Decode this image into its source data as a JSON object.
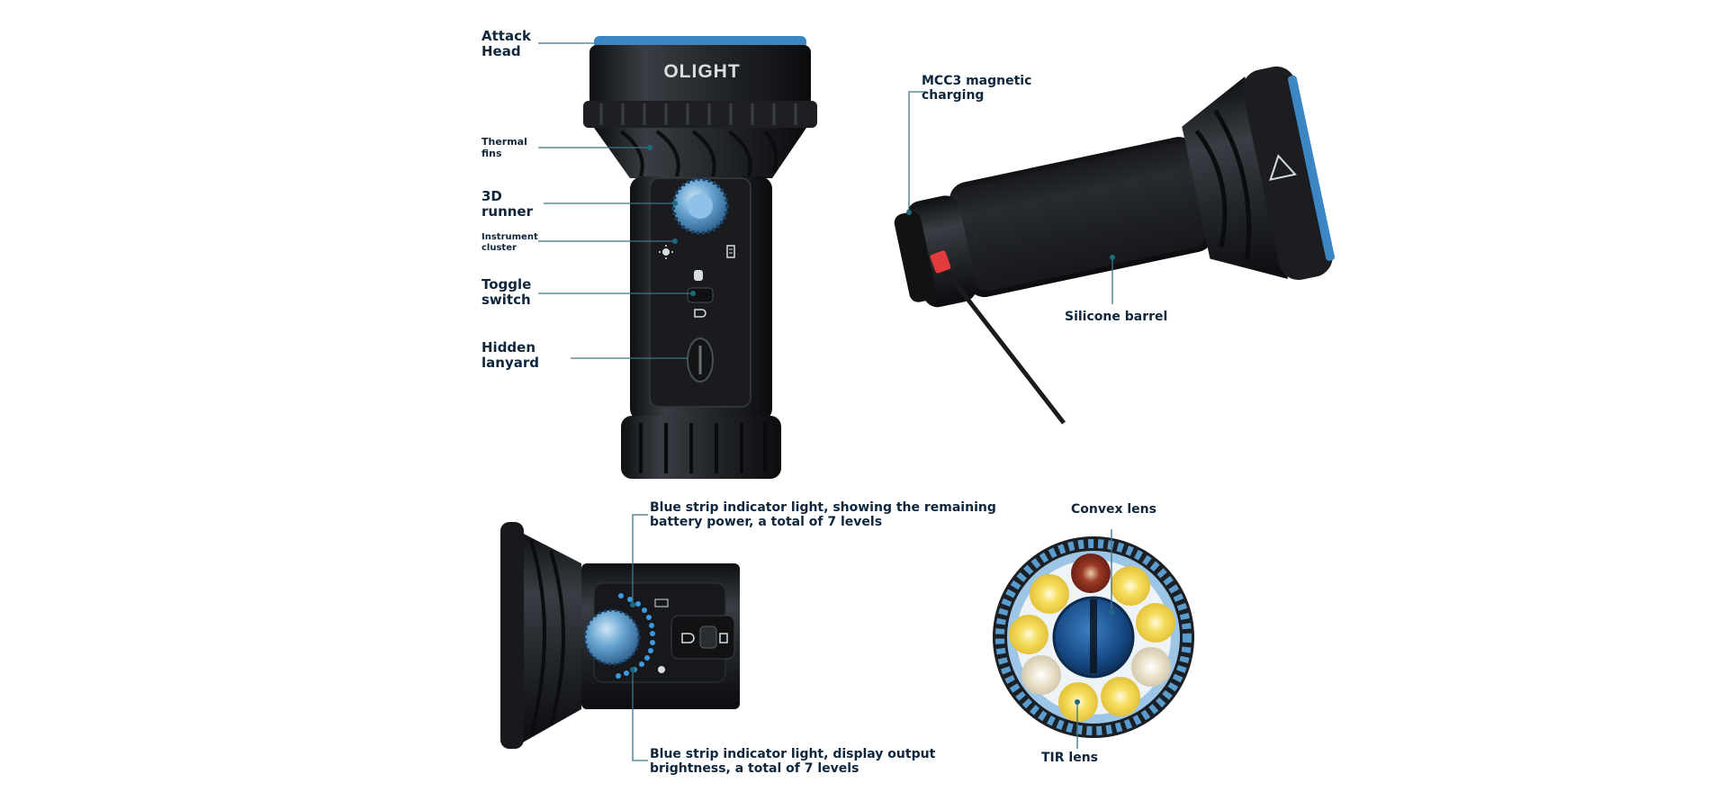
{
  "brand": "OLIGHT",
  "labels": {
    "attack_head": "Attack\nHead",
    "thermal_fins": "Thermal\nfins",
    "runner_3d": "3D\nrunner",
    "instrument_cluster": "Instrument\ncluster",
    "toggle_switch": "Toggle\nswitch",
    "hidden_lanyard": "Hidden\nlanyard",
    "mcc3_charging": "MCC3 magnetic\ncharging",
    "silicone_barrel": "Silicone barrel",
    "battery_indicator": "Blue strip indicator light, showing the remaining\nbattery power, a total of 7 levels",
    "brightness_indicator": "Blue strip indicator light, display output\nbrightness, a total of 7 levels",
    "convex_lens": "Convex lens",
    "tir_lens": "TIR lens"
  },
  "colors": {
    "body": "#2a2d31",
    "body_dark": "#15171a",
    "accent_blue": "#3c86c4",
    "label_text": "#10263b",
    "leader_line": "#3f7488",
    "led_yellow": "#f2d64a",
    "led_red": "#8e2f22"
  },
  "icons": [
    "sun-icon",
    "battery-icon",
    "hand-icon",
    "headlight-icon",
    "warning-triangle-icon"
  ]
}
